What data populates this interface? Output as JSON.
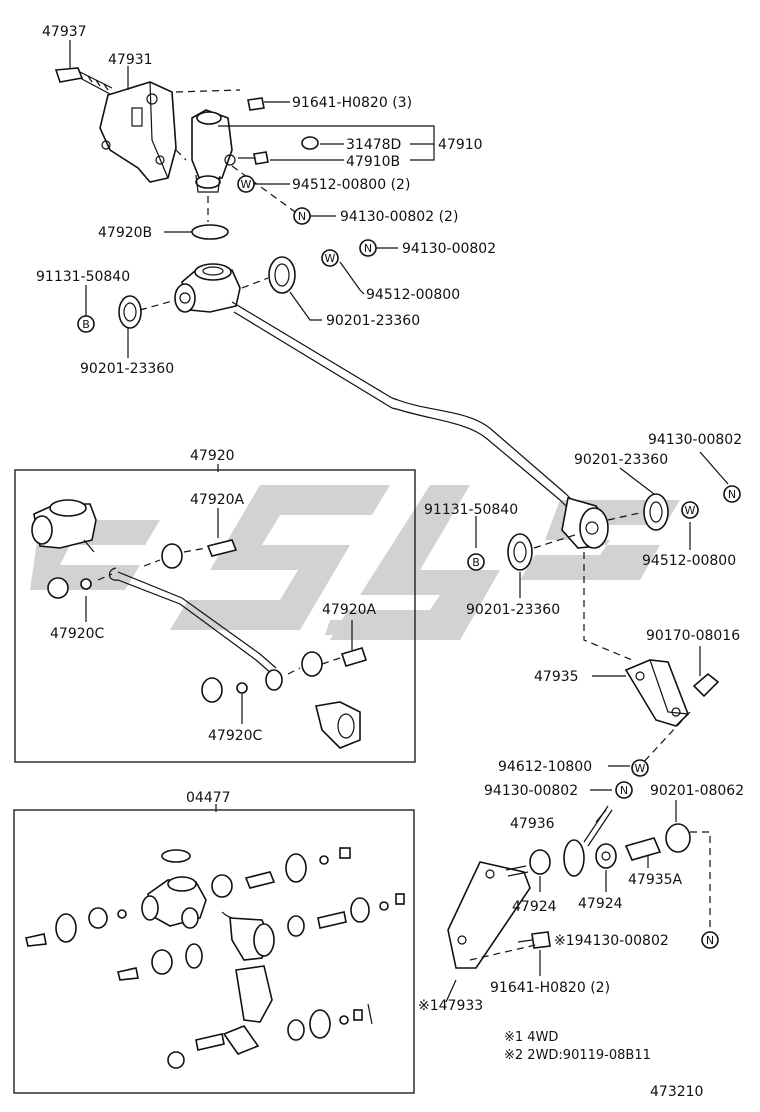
{
  "parts": {
    "p47937": "47937",
    "p47931": "47931",
    "p91641_h0820_3": "91641-H0820 (3)",
    "p31478d": "31478D",
    "p47910": "47910",
    "p47910b": "47910B",
    "p94512_00800_2": "94512-00800 (2)",
    "p94130_00802_2": "94130-00802 (2)",
    "p47920b": "47920B",
    "p94130_00802_a": "94130-00802",
    "p91131_50840_a": "91131-50840",
    "p94512_00800_a": "94512-00800",
    "p90201_23360_a": "90201-23360",
    "p90201_23360_b": "90201-23360",
    "p47920": "47920",
    "p47920a_1": "47920A",
    "p47920c_1": "47920C",
    "p47920a_2": "47920A",
    "p47920c_2": "47920C",
    "p94130_00802_b": "94130-00802",
    "p90201_23360_c": "90201-23360",
    "p91131_50840_b": "91131-50840",
    "p94512_00800_b": "94512-00800",
    "p90201_23360_d": "90201-23360",
    "p90170_08016": "90170-08016",
    "p47935": "47935",
    "p94612_10800": "94612-10800",
    "p94130_00802_c": "94130-00802",
    "p90201_08062": "90201-08062",
    "p47936": "47936",
    "p47924_1": "47924",
    "p47924_2": "47924",
    "p47935a": "47935A",
    "p194130_00802": "※194130-00802",
    "p04477": "04477",
    "p91641_h0820_2": "91641-H0820 (2)",
    "p147933": "※147933"
  },
  "callouts": {
    "n": "N",
    "w": "W",
    "b": "B"
  },
  "notes": {
    "note1": "※1 4WD",
    "note2": "※2 2WD:90119-08B11"
  },
  "figure_number": "473210",
  "colors": {
    "line": "#111111",
    "watermark": "#d2d2d2",
    "background": "#ffffff"
  }
}
